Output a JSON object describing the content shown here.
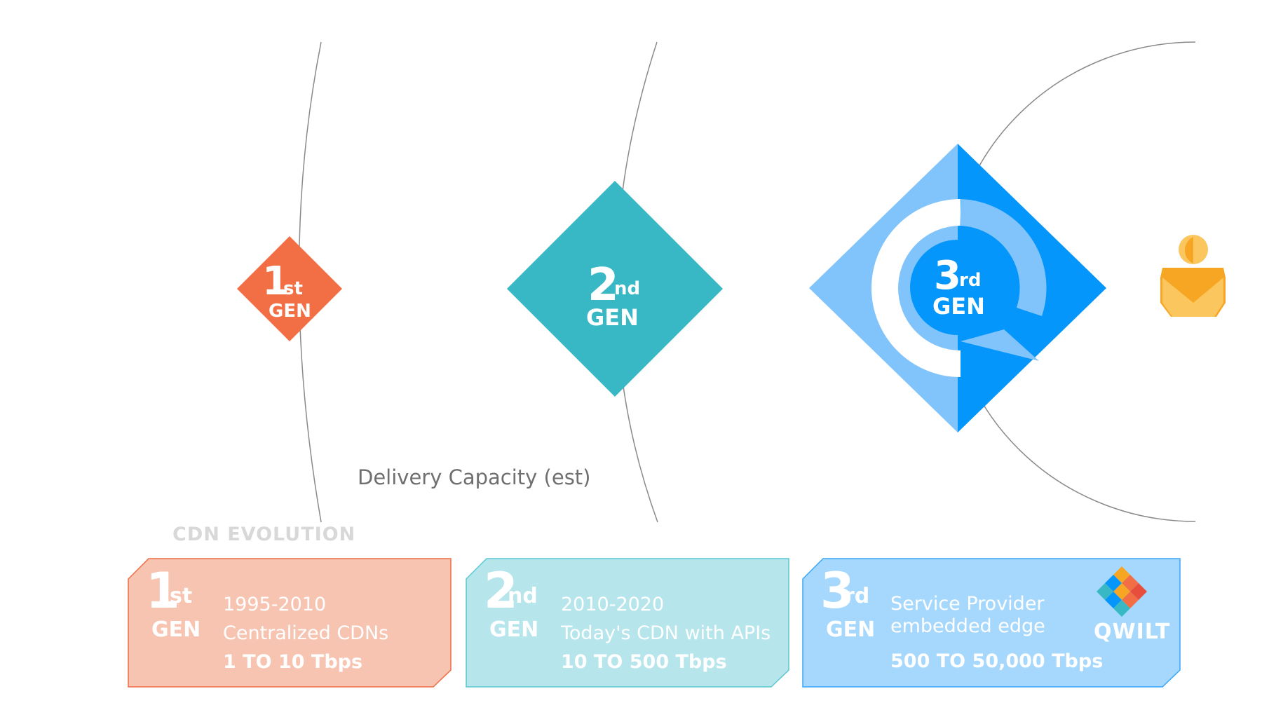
{
  "caption": "Delivery Capacity (est)",
  "section_title": "CDN EVOLUTION",
  "diamonds": [
    {
      "number": "1",
      "suffix": "st",
      "gen": "GEN"
    },
    {
      "number": "2",
      "suffix": "nd",
      "gen": "GEN"
    },
    {
      "number": "3",
      "suffix": "rd",
      "gen": "GEN"
    }
  ],
  "cards": [
    {
      "number": "1",
      "suffix": "st",
      "gen": "GEN",
      "line1": "1995-2010",
      "line2": "Centralized CDNs",
      "capacity": "1 TO 10 Tbps"
    },
    {
      "number": "2",
      "suffix": "nd",
      "gen": "GEN",
      "line1": "2010-2020",
      "line2": "Today's CDN with APIs",
      "capacity": "10 TO 500 Tbps"
    },
    {
      "number": "3",
      "suffix": "rd",
      "gen": "GEN",
      "line1": "Service Provider",
      "line2": "embedded edge",
      "capacity": "500 TO 50,000 Tbps"
    }
  ],
  "logo": {
    "text": "QWILT"
  },
  "icons": {
    "user": "user-icon",
    "logo": "qwilt-logo-icon"
  },
  "colors": {
    "gen1": "#f26f45",
    "gen1_card": "#f7c4b2",
    "gen1_border": "#ee6d47",
    "gen2": "#38b8c4",
    "gen2_card": "#b7e5ec",
    "gen2_border": "#5cc8d3",
    "gen3_light": "#80c4fb",
    "gen3_dark": "#0496fb",
    "gen3_card": "#a6d8fe",
    "gen3_border": "#3aa6f9",
    "user": "#f6a623",
    "user_light": "#fbc65d",
    "arc": "#8a8a8a"
  }
}
